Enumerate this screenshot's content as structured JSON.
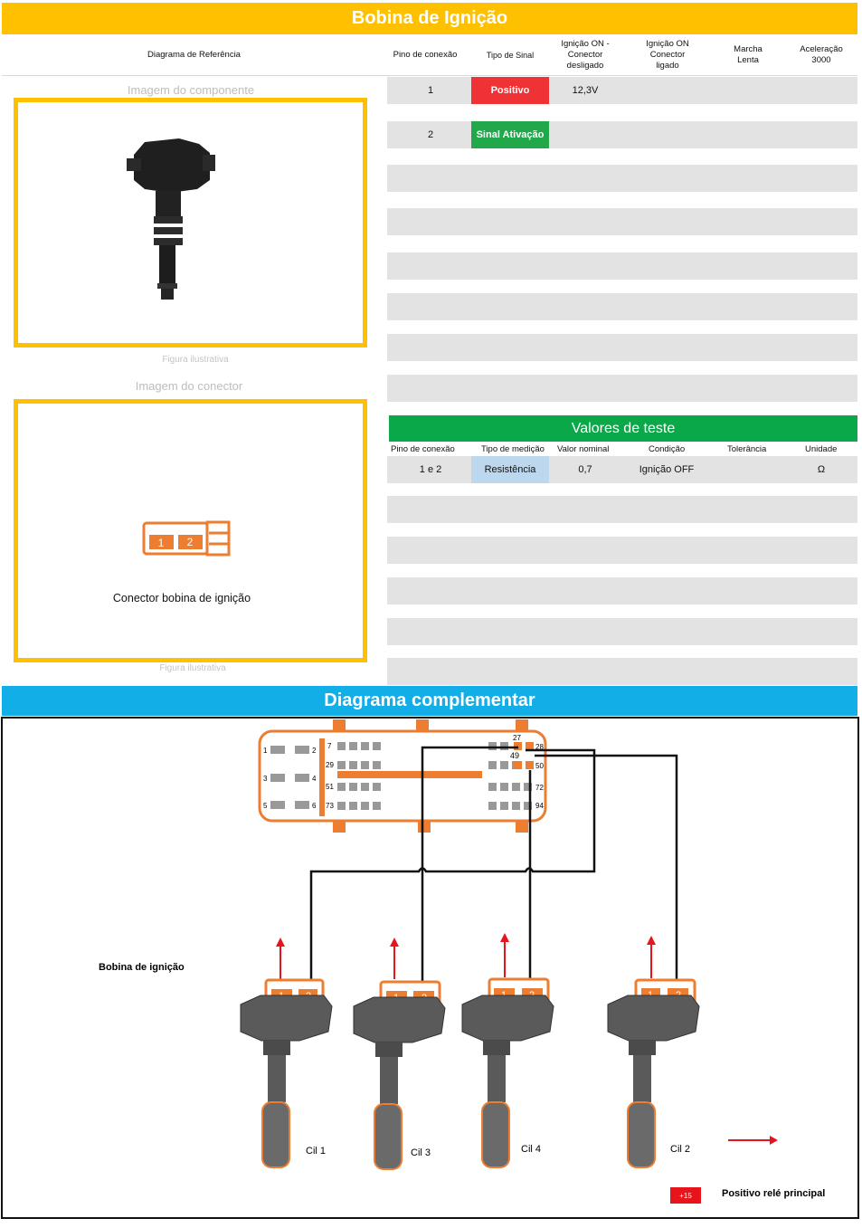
{
  "title": "Bobina de Ignição",
  "headers": {
    "diagram": "Diagrama de Referência",
    "pin": "Pino de conexão",
    "signal_type": "Tipo de Sinal",
    "ign_on_disc": [
      "Ignição ON -",
      "Conector",
      "desligado"
    ],
    "ign_on_conn": [
      "Ignição ON",
      "Conector",
      "ligado"
    ],
    "idle": [
      "Marcha",
      "Lenta"
    ],
    "accel": [
      "Aceleração",
      "3000"
    ]
  },
  "component": {
    "image_caption": "Imagem do componente",
    "figure_caption": "Figura ilustrativa"
  },
  "connector": {
    "image_caption": "Imagem do conector",
    "label": "Conector bobina de ignição",
    "figure_caption": "Figura ilustrativa",
    "pins": [
      "1",
      "2"
    ]
  },
  "signals": [
    {
      "pin": "1",
      "type": "Positivo",
      "type_color": "#EE3236",
      "ign_on_disconnected": "12,3V",
      "ign_on_connected": "",
      "idle": "",
      "accel": ""
    },
    {
      "pin": "2",
      "type": "Sinal Ativação",
      "type_color": "#20A84A",
      "ign_on_disconnected": "",
      "ign_on_connected": "",
      "idle": "",
      "accel": ""
    }
  ],
  "test_values": {
    "title": "Valores de teste",
    "headers": {
      "pin": "Pino de conexão",
      "measure_type": "Tipo de medição",
      "nominal": "Valor nominal",
      "condition": "Condição",
      "tolerance": "Tolerância",
      "unit": "Unidade"
    },
    "rows": [
      {
        "pin": "1 e 2",
        "measure_type": "Resistência",
        "nominal": "0,7",
        "condition": "Ignição OFF",
        "tolerance": "",
        "unit": "Ω"
      }
    ]
  },
  "complementary": {
    "title": "Diagrama complementar",
    "ecu_pins_left": [
      "1",
      "2",
      "3",
      "4",
      "5",
      "6"
    ],
    "ecu_rows": [
      "7",
      "29",
      "51",
      "73"
    ],
    "ecu_pins_right": [
      "27",
      "28",
      "49",
      "50",
      "72",
      "94"
    ],
    "coil_group_label": "Bobina de ignição",
    "coils": [
      {
        "pins": [
          "1",
          "2"
        ],
        "label": "Cil 1"
      },
      {
        "pins": [
          "1",
          "2"
        ],
        "label": "Cil 3"
      },
      {
        "pins": [
          "1",
          "2"
        ],
        "label": "Cil  4"
      },
      {
        "pins": [
          "1",
          "2"
        ],
        "label": "Cil 2"
      }
    ],
    "legend": {
      "badge": "+15",
      "label": "Positivo relé principal"
    },
    "colors": {
      "orange": "#ED7D31",
      "red": "#E8141B",
      "wire": "#111111",
      "coil_body": "#5a5a5a"
    }
  }
}
